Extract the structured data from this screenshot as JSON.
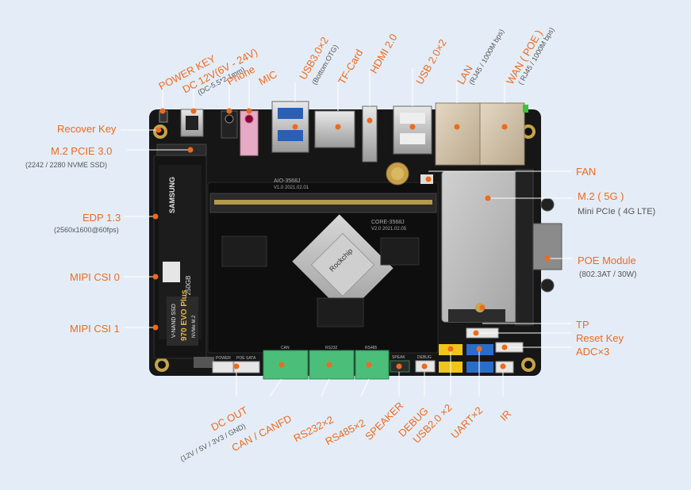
{
  "labels": {
    "power_key": "POWER KEY",
    "dc12v": "DC 12V(6V - 24V)",
    "dc12v_sub": "(DC-5.5*2.1mm)",
    "phone": "Phone",
    "mic": "MIC",
    "usb30": "USB3.0×2",
    "usb30_sub": "(Bottom:OTG)",
    "tf_card": "TF-Card",
    "hdmi": "HDMI 2.0",
    "usb20_top": "USB 2.0×2",
    "lan": "LAN",
    "lan_sub": "(RJ45 / 1000M bps)",
    "wan": "WAN ( POE )",
    "wan_sub": "( RJ45 / 1000M bps)",
    "recover_key": "Recover Key",
    "m2_pcie": "M.2  PCIE 3.0",
    "m2_pcie_sub": "(2242 / 2280 NVME SSD)",
    "edp": "EDP 1.3",
    "edp_sub": "(2560x1600@60fps)",
    "mipi0": "MIPI CSI 0",
    "mipi1": "MIPI CSI 1",
    "fan": "FAN",
    "m2_5g": "M.2 ( 5G )",
    "mini_pcie": "Mini PCIe ( 4G LTE)",
    "poe_module": "POE Module",
    "poe_module_sub": "(802.3AT / 30W)",
    "tp": "TP",
    "reset_key": "Reset Key",
    "adc": "ADC×3",
    "dc_out": "DC OUT",
    "dc_out_sub": "(12V / 5V / 3V3 / GND)",
    "can": "CAN / CANFD",
    "rs232": "RS232×2",
    "rs485": "RS485×2",
    "speaker": "SPEAKER",
    "debug": "DEBUG",
    "usb20_bottom": "USB2.0 ×2",
    "uart": "UART×2",
    "ir": "IR"
  },
  "board_text": {
    "ssd_brand": "SAMSUNG",
    "ssd_model": "970 EVO Plus",
    "ssd_sub": "V-NAND SSD",
    "ssd_nvme": "NVMe M.2",
    "ssd_capacity": "250GB",
    "soc_brand": "Rockchip",
    "core_name": "CORE-3568J",
    "core_ver": "V2.0  2021.02.05",
    "board_name": "AIO-3568J",
    "board_ver": "V1.0  2021.02.01",
    "silk_power": "POWER",
    "silk_poe": "POE",
    "silk_sata": "SATA",
    "silk_can": "CAN",
    "silk_rs232": "RS232",
    "silk_rs485": "RS485",
    "silk_speak": "SPEAK",
    "silk_debug": "DEBUG"
  },
  "colors": {
    "accent": "#ee6a1c",
    "background": "#e4edf7",
    "pcb": "#161616",
    "sublabel": "#555555"
  }
}
